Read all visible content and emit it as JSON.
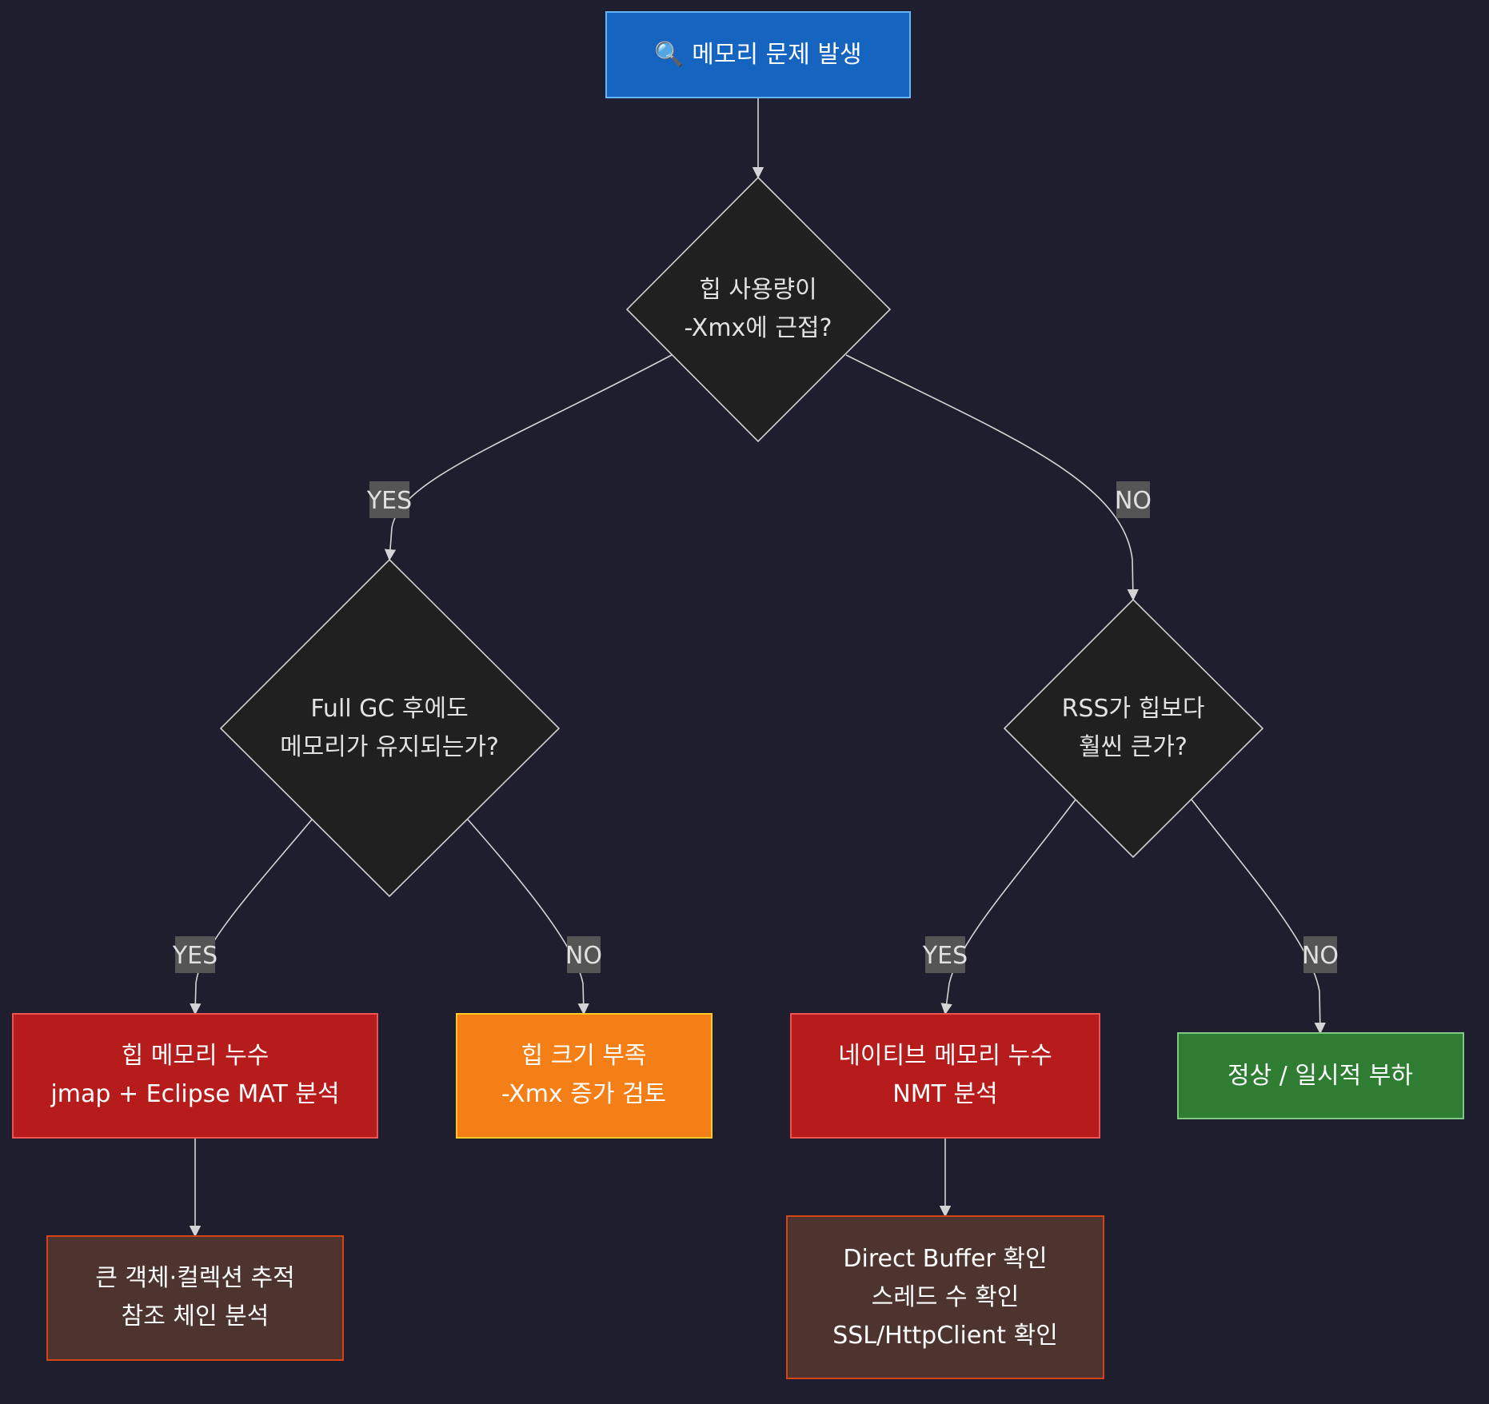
{
  "nodes": {
    "start": {
      "text": "🔍 메모리 문제 발생",
      "fill": "#1565c0",
      "stroke": "#64b5f6"
    },
    "q_heap": {
      "lines": [
        "힙 사용량이",
        "-Xmx에 근접?"
      ],
      "fill": "#1f201f",
      "stroke": "#d0d0d0"
    },
    "q_fullgc": {
      "lines": [
        "Full GC 후에도",
        "메모리가 유지되는가?"
      ],
      "fill": "#1f201f",
      "stroke": "#d0d0d0"
    },
    "q_rss": {
      "lines": [
        "RSS가 힙보다",
        "훨씬 큰가?"
      ],
      "fill": "#1f201f",
      "stroke": "#d0d0d0"
    },
    "heap_leak": {
      "lines": [
        "힙 메모리 누수",
        "jmap + Eclipse MAT 분석"
      ],
      "fill": "#b71c1c",
      "stroke": "#ef5350"
    },
    "heap_small": {
      "lines": [
        "힙 크기 부족",
        "-Xmx 증가 검토"
      ],
      "fill": "#f57f17",
      "stroke": "#ffca28"
    },
    "native_leak": {
      "lines": [
        "네이티브 메모리 누수",
        "NMT 분석"
      ],
      "fill": "#b71c1c",
      "stroke": "#ef5350"
    },
    "normal": {
      "text": "정상 / 일시적 부하",
      "fill": "#2e7d32",
      "stroke": "#81c784"
    },
    "track": {
      "lines": [
        "큰 객체·컬렉션 추적",
        "참조 체인 분석"
      ],
      "fill": "#4e342e",
      "stroke": "#d84315"
    },
    "check": {
      "lines": [
        "Direct Buffer 확인",
        "스레드 수 확인",
        "SSL/HttpClient 확인"
      ],
      "fill": "#4e342e",
      "stroke": "#d84315"
    }
  },
  "edges": {
    "heap_yes": "YES",
    "heap_no": "NO",
    "fullgc_yes": "YES",
    "fullgc_no": "NO",
    "rss_yes": "YES",
    "rss_no": "NO"
  },
  "colors": {
    "background": "#1f1e2e",
    "edge": "#d4d4d4",
    "edge_label_bg": "#555555"
  }
}
